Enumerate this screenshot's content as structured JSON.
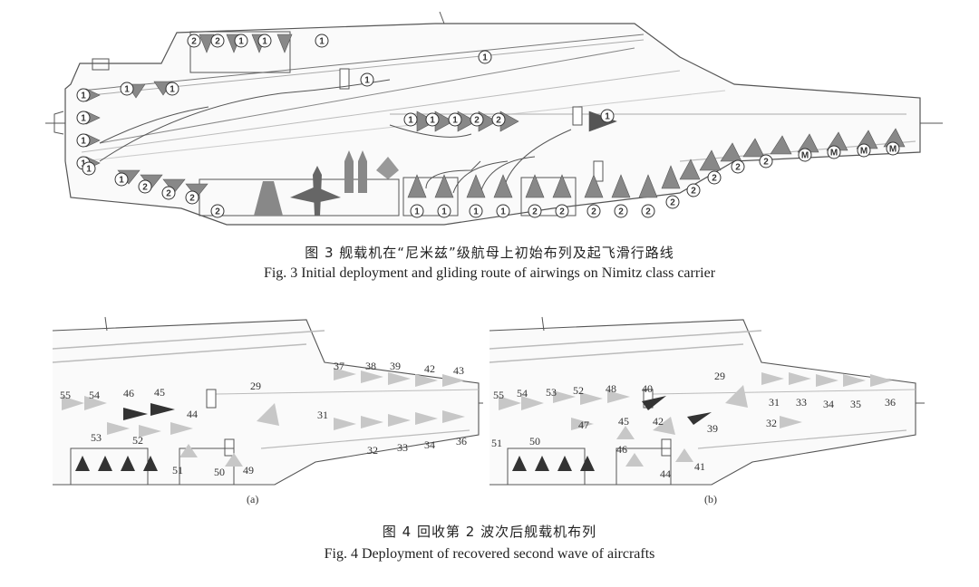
{
  "fig3": {
    "caption_cn": "图 3  舰载机在“尼米兹”级航母上初始布列及起飞滑行路线",
    "caption_en": "Fig. 3    Initial deployment and gliding route of airwings on Nimitz class carrier",
    "badges": [
      {
        "id": "b1",
        "t": "2"
      },
      {
        "id": "b2",
        "t": "2"
      },
      {
        "id": "b3",
        "t": "1"
      },
      {
        "id": "b4",
        "t": "1"
      },
      {
        "id": "b5",
        "t": "1"
      },
      {
        "id": "b6",
        "t": "1"
      },
      {
        "id": "b7",
        "t": "1"
      },
      {
        "id": "b8",
        "t": "1"
      },
      {
        "id": "b9",
        "t": "1"
      },
      {
        "id": "b10",
        "t": "1"
      },
      {
        "id": "b11",
        "t": "1"
      },
      {
        "id": "b12",
        "t": "1"
      },
      {
        "id": "b13",
        "t": "1"
      },
      {
        "id": "b14",
        "t": "1"
      },
      {
        "id": "b15",
        "t": "1"
      },
      {
        "id": "b16",
        "t": "1"
      },
      {
        "id": "b17",
        "t": "1"
      },
      {
        "id": "b18",
        "t": "2"
      },
      {
        "id": "b19",
        "t": "2"
      },
      {
        "id": "b20",
        "t": "1"
      },
      {
        "id": "b21",
        "t": "1"
      },
      {
        "id": "b22",
        "t": "2"
      },
      {
        "id": "b23",
        "t": "2"
      },
      {
        "id": "b24",
        "t": "2"
      },
      {
        "id": "b25",
        "t": "2"
      },
      {
        "id": "b26",
        "t": "1"
      },
      {
        "id": "b27",
        "t": "1"
      },
      {
        "id": "b28",
        "t": "1"
      },
      {
        "id": "b29",
        "t": "1"
      },
      {
        "id": "b30",
        "t": "2"
      },
      {
        "id": "b31",
        "t": "2"
      },
      {
        "id": "b32",
        "t": "2"
      },
      {
        "id": "b33",
        "t": "2"
      },
      {
        "id": "b34",
        "t": "2"
      },
      {
        "id": "b35",
        "t": "2"
      },
      {
        "id": "b36",
        "t": "2"
      },
      {
        "id": "b37",
        "t": "2"
      },
      {
        "id": "b38",
        "t": "2"
      },
      {
        "id": "b39",
        "t": "2"
      },
      {
        "id": "b40",
        "t": "M"
      },
      {
        "id": "b41",
        "t": "M"
      },
      {
        "id": "b42",
        "t": "M"
      },
      {
        "id": "b43",
        "t": "M"
      }
    ]
  },
  "fig4": {
    "caption_cn": "图 4  回收第 2 波次后舰载机布列",
    "caption_en": "Fig. 4    Deployment of recovered second wave of aircrafts",
    "sub_a": "(a)",
    "sub_b": "(b)",
    "a_labels": [
      "55",
      "54",
      "46",
      "45",
      "44",
      "53",
      "52",
      "51",
      "50",
      "49",
      "29",
      "31",
      "37",
      "38",
      "39",
      "42",
      "43",
      "32",
      "33",
      "34",
      "36"
    ],
    "b_labels": [
      "55",
      "54",
      "53",
      "52",
      "48",
      "40",
      "29",
      "31",
      "33",
      "34",
      "35",
      "36",
      "47",
      "45",
      "42",
      "39",
      "32",
      "51",
      "50",
      "46",
      "44",
      "41"
    ]
  }
}
